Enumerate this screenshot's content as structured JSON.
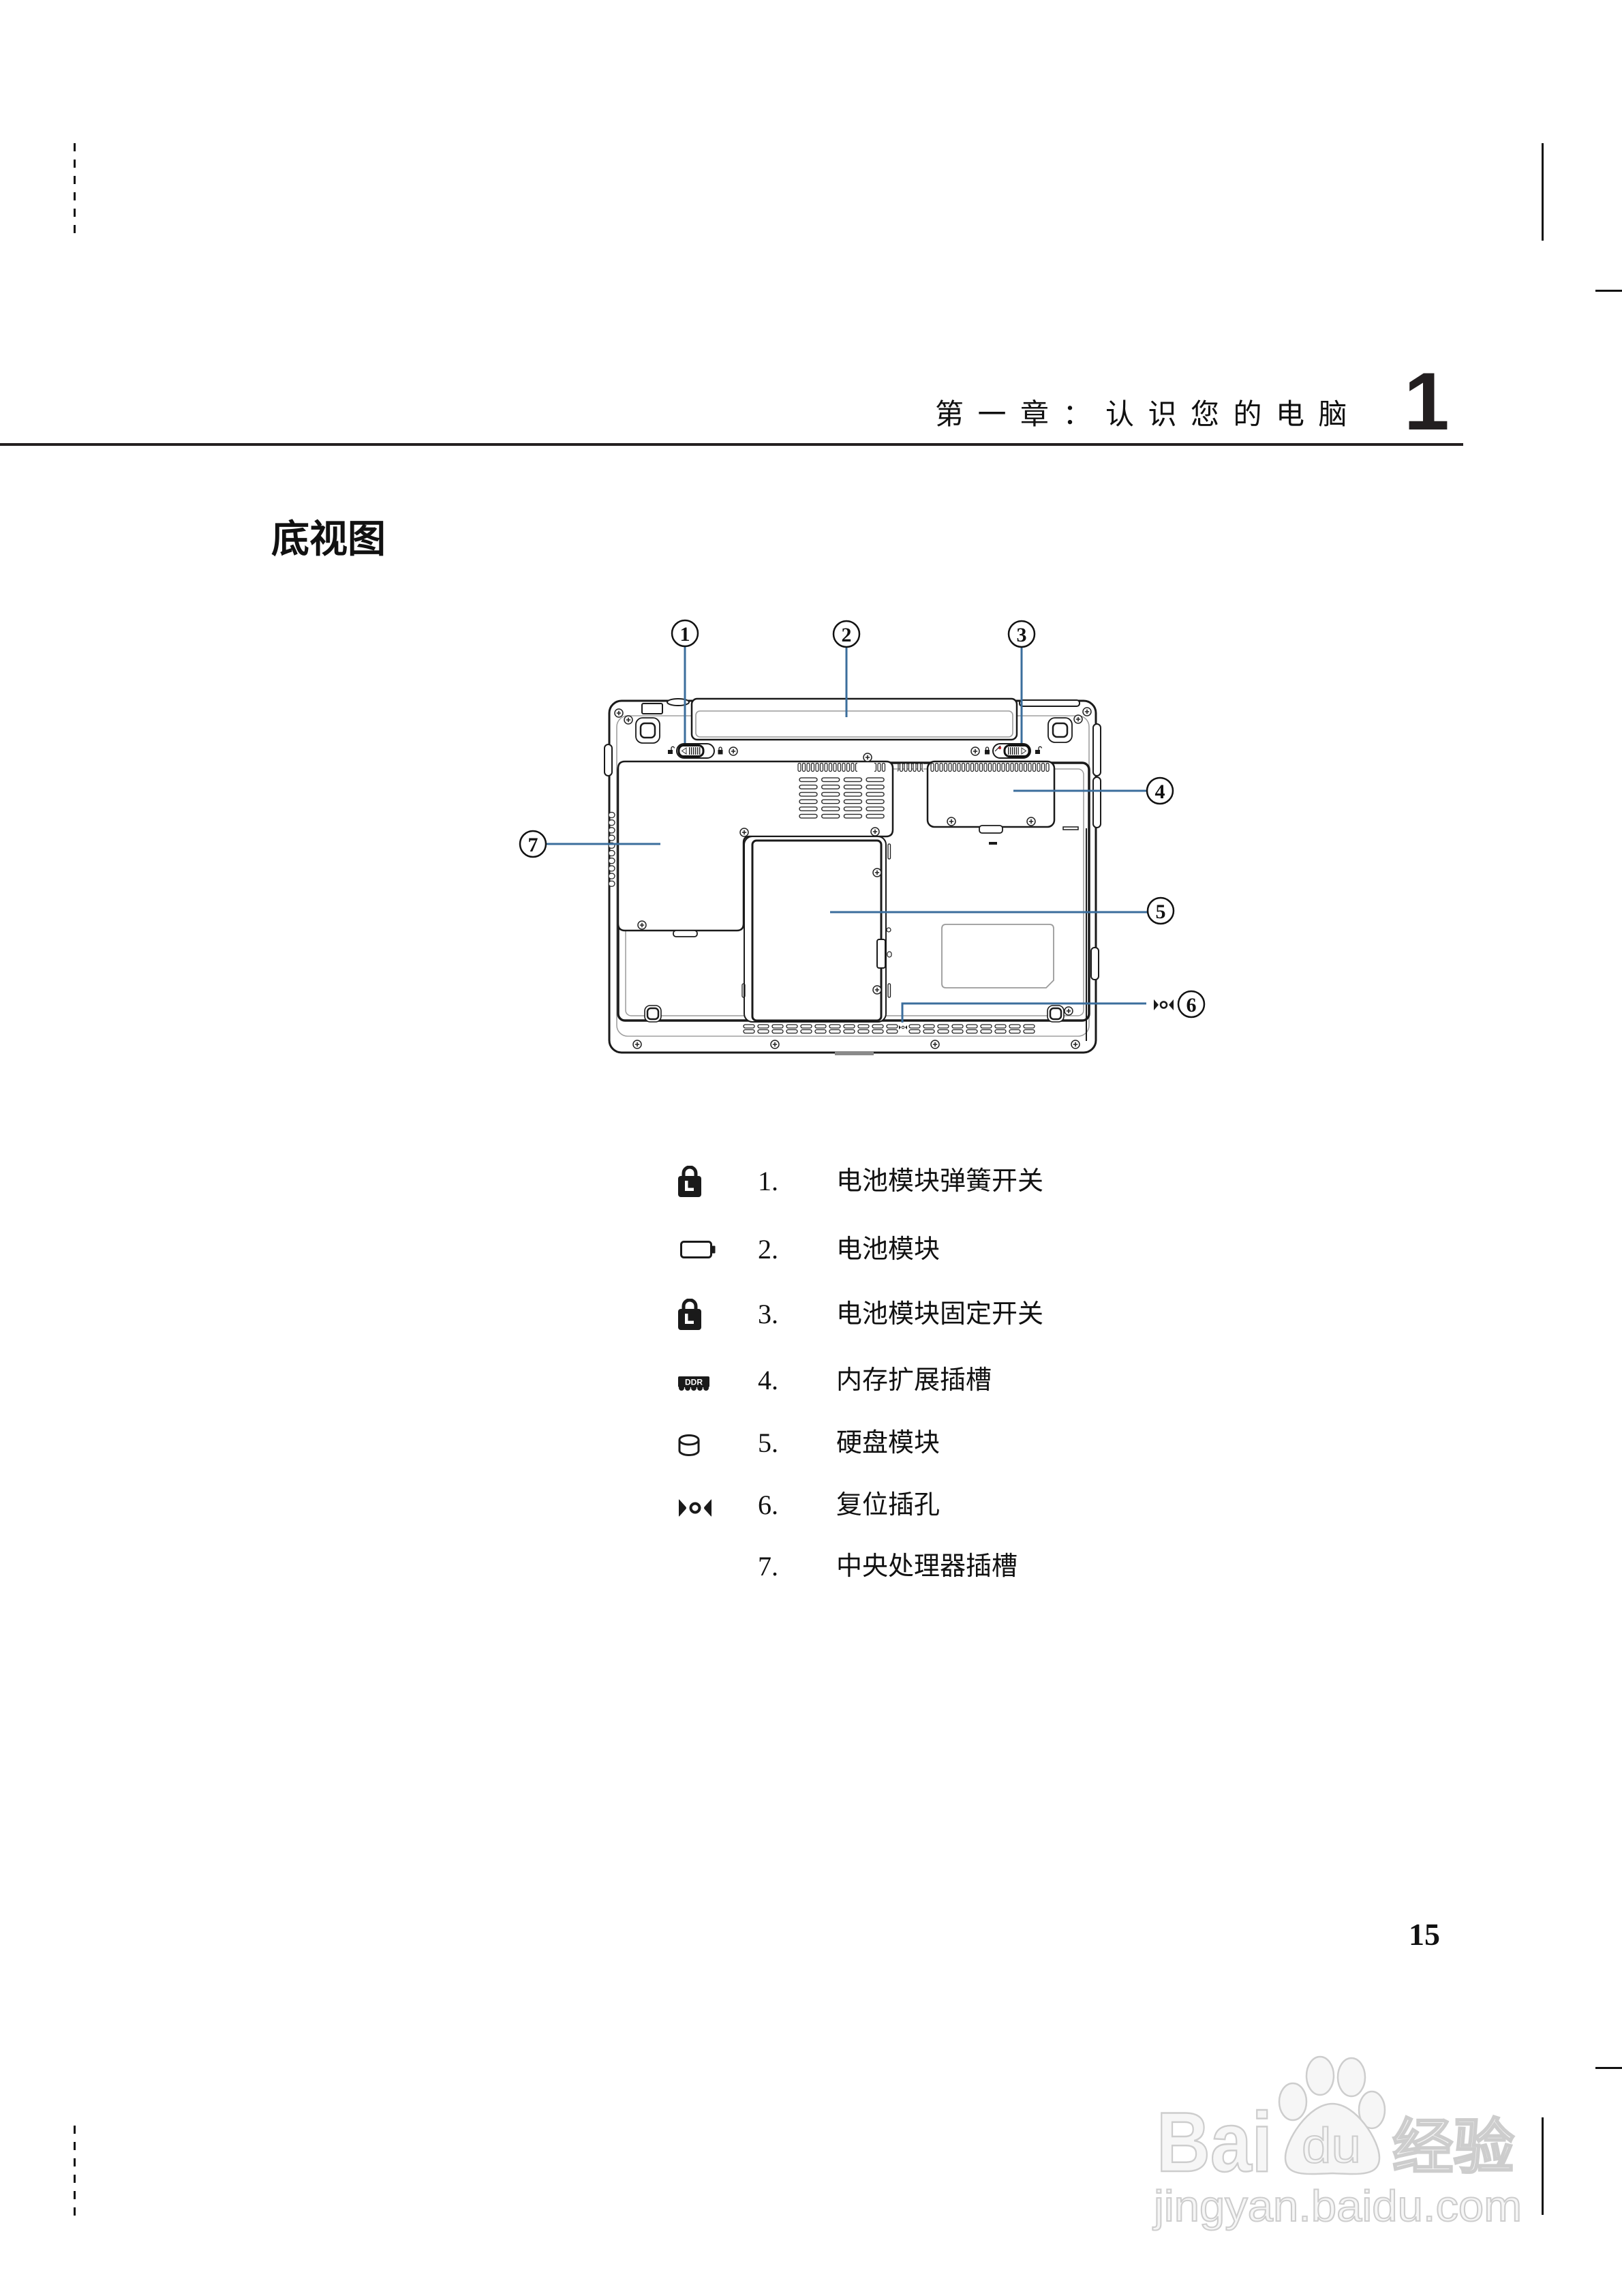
{
  "header": {
    "chapter_label": "第一章：",
    "chapter_title": "认识您的电脑",
    "chapter_number": "1"
  },
  "section": {
    "title": "底视图"
  },
  "diagram": {
    "line_color": "#3b6e9c",
    "callouts": [
      {
        "number": "1",
        "target": "电池模块弹簧开关"
      },
      {
        "number": "2",
        "target": "电池模块"
      },
      {
        "number": "3",
        "target": "电池模块固定开关"
      },
      {
        "number": "4",
        "target": "内存扩展插槽"
      },
      {
        "number": "5",
        "target": "硬盘模块"
      },
      {
        "number": "6",
        "target": "复位插孔"
      },
      {
        "number": "7",
        "target": "中央处理器插槽"
      }
    ]
  },
  "legend": {
    "items": [
      {
        "icon": "lock-icon",
        "number": "1.",
        "label": "电池模块弹簧开关"
      },
      {
        "icon": "battery-icon",
        "number": "2.",
        "label": "电池模块"
      },
      {
        "icon": "lock-icon",
        "number": "3.",
        "label": "电池模块固定开关"
      },
      {
        "icon": "ddr-memory-icon",
        "icon_text": "DDR",
        "number": "4.",
        "label": "内存扩展插槽"
      },
      {
        "icon": "hard-disk-icon",
        "number": "5.",
        "label": "硬盘模块"
      },
      {
        "icon": "reset-icon",
        "number": "6.",
        "label": "复位插孔"
      },
      {
        "icon": "",
        "number": "7.",
        "label": "中央处理器插槽"
      }
    ]
  },
  "footer": {
    "page_number": "15"
  },
  "watermark": {
    "brand": "Bai",
    "paw_text": "du",
    "product": "经验",
    "url": "jingyan.baidu.com"
  }
}
